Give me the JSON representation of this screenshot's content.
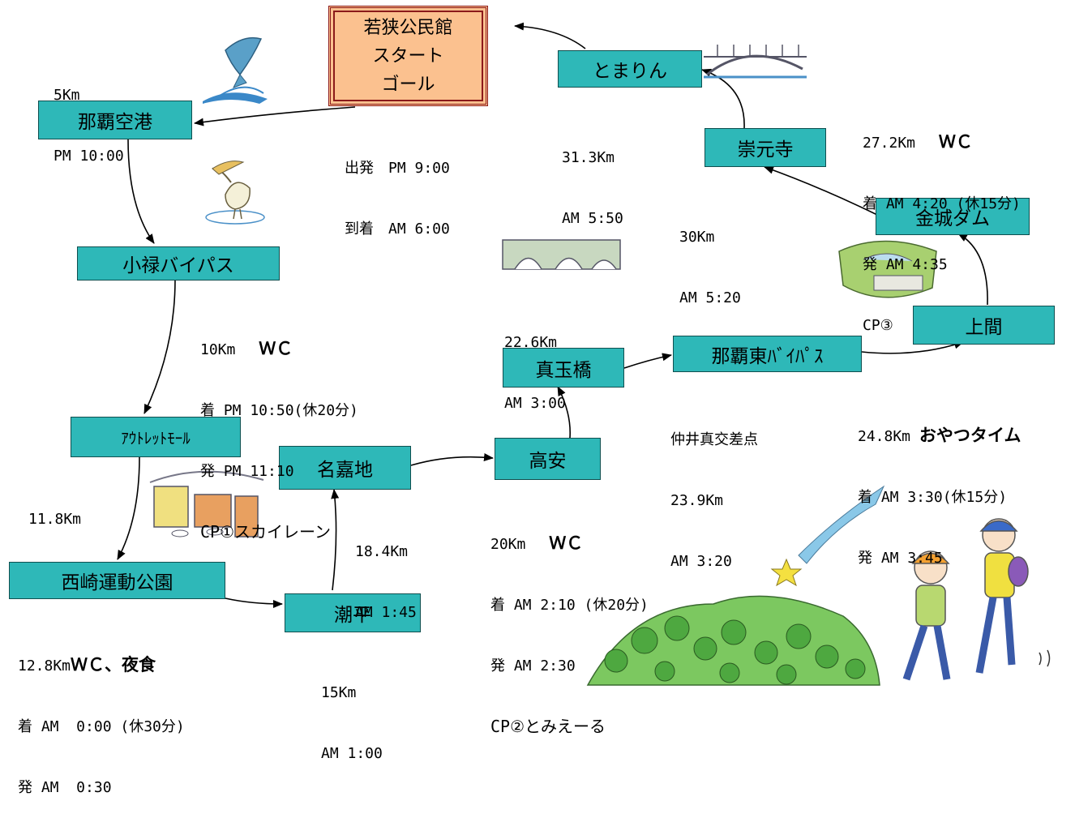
{
  "start": {
    "lines": [
      "若狭公民館",
      "スタート",
      "ゴール"
    ]
  },
  "nodes": {
    "naha_airport": "那覇空港",
    "oroku_bypass": "小禄バイパス",
    "outlet_mall": "ｱｳﾄﾚｯﾄﾓｰﾙ",
    "nishizaki_park": "西崎運動公園",
    "shiohira": "潮平",
    "nakachi": "名嘉地",
    "takayasu": "高安",
    "madama_bridge": "真玉橋",
    "naha_east_bypass": "那覇東ﾊﾞｲﾊﾟｽ",
    "uema": "上間",
    "kinjo_dam": "金城ダム",
    "sogenji": "崇元寺",
    "tomarin": "とまりん"
  },
  "notes": {
    "start_times": [
      "出発　PM 9:00",
      "到着　AM 6:00"
    ],
    "naha_airport": [
      "5Km",
      "PM 10:00"
    ],
    "oroku": {
      "dist": "10Km",
      "tag": "ＷＣ",
      "lines": [
        "着 PM 10:50(休20分)",
        "発 PM 11:10",
        "CP①スカイレーン"
      ]
    },
    "outlet": [
      "11.8Km"
    ],
    "nishizaki": {
      "dist": "12.8Km",
      "tag": "ＷＣ、夜食",
      "lines": [
        "着 AM  0:00 (休30分)",
        "発 AM  0:30"
      ]
    },
    "shiohira": [
      "15Km",
      "AM 1:00"
    ],
    "nakachi": [
      "18.4Km",
      "AM 1:45"
    ],
    "takayasu": {
      "dist": "20Km",
      "tag": "ＷＣ",
      "lines": [
        "着 AM 2:10 (休20分)",
        "発 AM 2:30",
        "CP②とみえーる"
      ]
    },
    "madama": [
      "22.6Km",
      "AM 3:00"
    ],
    "nakaima": [
      "仲井真交差点",
      "23.9Km",
      "AM 3:20"
    ],
    "uema": {
      "dist": "24.8Km",
      "tag": "おやつタイム",
      "lines": [
        "着 AM 3:30(休15分)",
        "発 AM 3:45"
      ]
    },
    "kinjo": {
      "dist": "27.2Km",
      "tag": "ＷＣ",
      "lines": [
        "着 AM 4:20 (休15分)",
        "発 AM 4:35",
        "CP③"
      ]
    },
    "sogenji": [
      "30Km",
      "AM 5:20"
    ],
    "tomarin": [
      "31.3Km",
      "AM 5:50"
    ]
  },
  "colors": {
    "node_fill": "#2eb8b8",
    "start_fill": "#fbc18f",
    "start_border": "#8b1a1a"
  }
}
